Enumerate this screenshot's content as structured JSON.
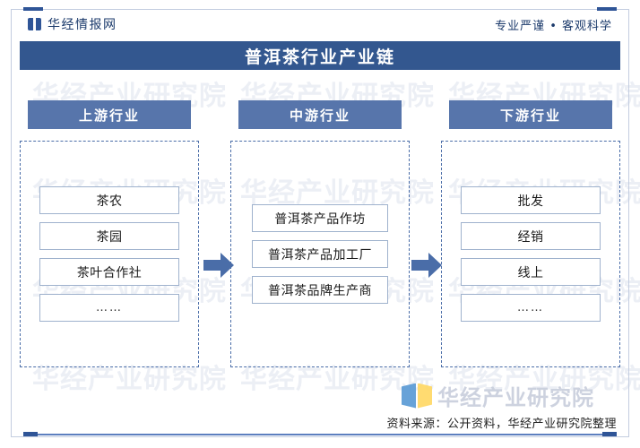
{
  "header": {
    "brand": "华经情报网",
    "brand_icon": "book-mark-icon",
    "tagline": "专业严谨 • 客观科学"
  },
  "title": "普洱茶行业产业链",
  "columns": [
    {
      "id": "upstream",
      "head": "上游行业",
      "items": [
        "茶农",
        "茶园",
        "茶叶合作社",
        "……"
      ]
    },
    {
      "id": "midstream",
      "head": "中游行业",
      "items": [
        "普洱茶产品作坊",
        "普洱茶产品加工厂",
        "普洱茶品牌生产商"
      ]
    },
    {
      "id": "downstream",
      "head": "下游行业",
      "items": [
        "批发",
        "经销",
        "线上",
        "……"
      ]
    }
  ],
  "arrows": [
    {
      "name": "arrow-upstream-to-midstream",
      "direction": "right"
    },
    {
      "name": "arrow-midstream-to-downstream",
      "direction": "right"
    }
  ],
  "footer": {
    "logo_text": "华经产业研究院",
    "source": "资料来源：公开资料，华经产业研究院整理"
  },
  "watermark": "华经产业研究院",
  "colors": {
    "title_bar": "#33578f",
    "column_head": "#5775ab",
    "arrow": "#4a6da8",
    "dashed_border": "#4a6da8",
    "box_border": "#9fb2cd",
    "accent_dash": "#2f5597",
    "book_blue": "#5b9bd5",
    "book_yellow": "#ffd966"
  }
}
